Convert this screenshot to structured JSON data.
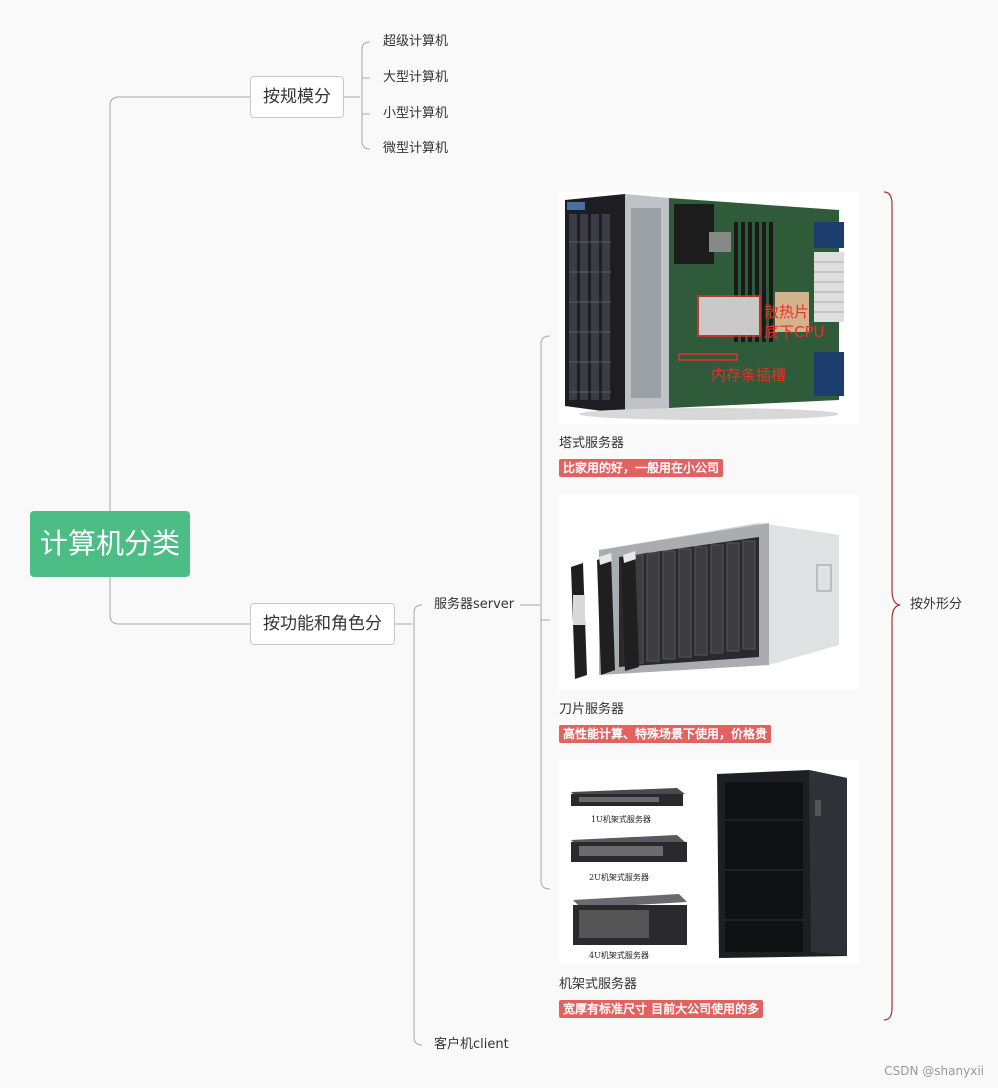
{
  "root": {
    "label": "计算机分类"
  },
  "by_scale": {
    "label": "按规模分",
    "items": [
      "超级计算机",
      "大型计算机",
      "小型计算机",
      "微型计算机"
    ]
  },
  "by_role": {
    "label": "按功能和角色分",
    "server": {
      "label": "服务器server",
      "form_label": "按外形分",
      "types": [
        {
          "name": "塔式服务器",
          "note": "比家用的好，一般用在小公司",
          "image_labels": [
            "散热片",
            "底下CPU",
            "内存条插槽"
          ]
        },
        {
          "name": "刀片服务器",
          "note": "高性能计算、特殊场景下使用，价格贵"
        },
        {
          "name": "机架式服务器",
          "note": "宽厚有标准尺寸 目前大公司使用的多",
          "image_labels": [
            "1U机架式服务器",
            "2U机架式服务器",
            "4U机架式服务器"
          ]
        }
      ]
    },
    "client": {
      "label": "客户机client"
    }
  },
  "watermark": "CSDN @shanyxii",
  "colors": {
    "root": "#4cbe85",
    "note": "#e26262",
    "line": "#9a9a9a",
    "bracket": "#b03030"
  }
}
